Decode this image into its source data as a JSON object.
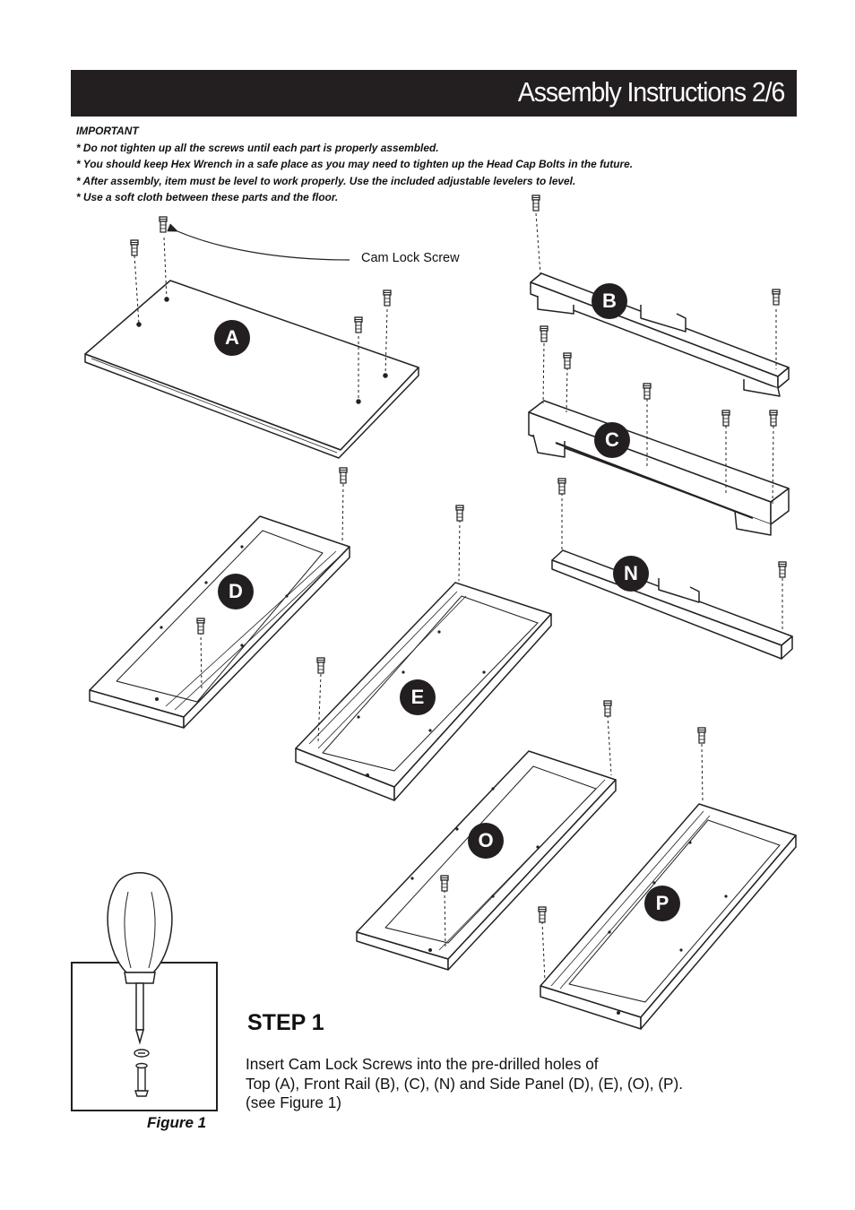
{
  "header": {
    "title": "Assembly Instructions 2/6"
  },
  "notes": {
    "heading": "IMPORTANT",
    "items": [
      "* Do not tighten up all the screws until each part is properly assembled.",
      "* You should keep Hex Wrench in a safe place as you may need to tighten up the Head Cap Bolts in the future.",
      "* After assembly, item must be level to work properly. Use the included adjustable levelers to level.",
      "* Use a soft cloth between these parts and the floor."
    ]
  },
  "diagram": {
    "callout": "Cam Lock Screw",
    "parts": [
      "A",
      "B",
      "C",
      "N",
      "D",
      "E",
      "O",
      "P"
    ]
  },
  "figure": {
    "caption": "Figure 1",
    "icons": [
      "screwdriver-icon",
      "cam-lock-screw-icon"
    ]
  },
  "step": {
    "title": "STEP 1",
    "lines": [
      "Insert Cam Lock Screws into the pre-drilled holes of",
      "Top (A), Front Rail (B), (C), (N) and Side Panel (D), (E), (O), (P).",
      "(see Figure 1)"
    ]
  }
}
